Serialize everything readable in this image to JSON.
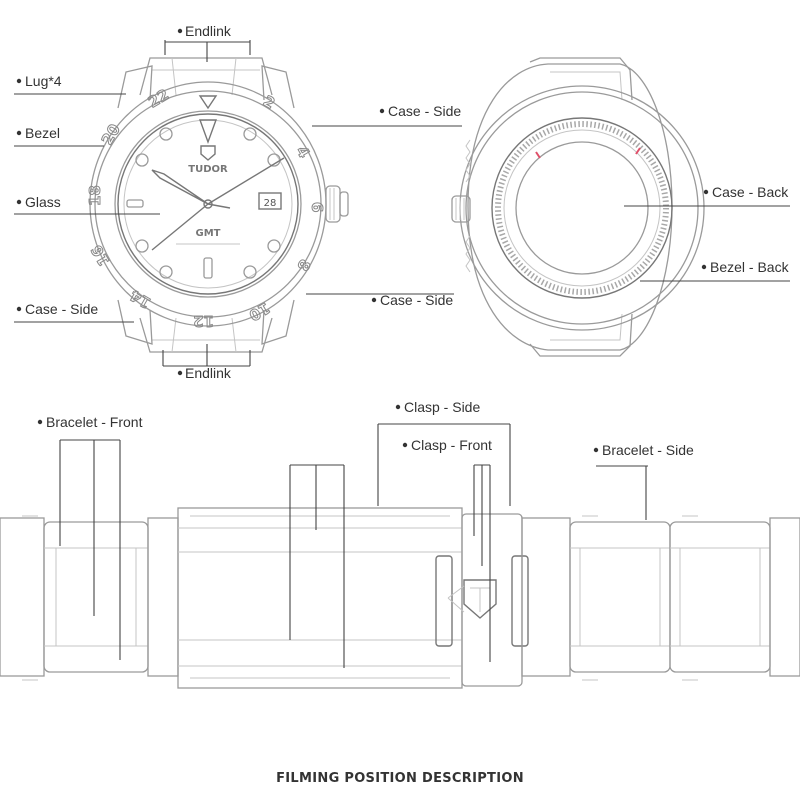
{
  "title": "FILMING POSITION DESCRIPTION",
  "callouts": {
    "endlink_top": "Endlink",
    "lug": "Lug*4",
    "bezel": "Bezel",
    "glass": "Glass",
    "case_side_left": "Case - Side",
    "endlink_bottom": "Endlink",
    "case_side_top_right": "Case - Side",
    "case_side_bottom_right": "Case - Side",
    "case_back": "Case - Back",
    "bezel_back": "Bezel - Back",
    "bracelet_front": "Bracelet - Front",
    "clasp_side": "Clasp - Side",
    "clasp_front": "Clasp - Front",
    "bracelet_side": "Bracelet - Side"
  },
  "dial": {
    "brand": "TUDOR",
    "model": "GMT",
    "date": "28"
  },
  "bezel_numbers": [
    "22",
    "2",
    "4",
    "6",
    "8",
    "10",
    "12",
    "14",
    "16",
    "18",
    "20"
  ],
  "icons": {
    "bullet": "bullet-dot-icon",
    "tudor_logo": "tudor-shield-icon"
  },
  "colors": {
    "text": "#333333",
    "leader": "#444444",
    "sketch": "#9a9a9a"
  }
}
